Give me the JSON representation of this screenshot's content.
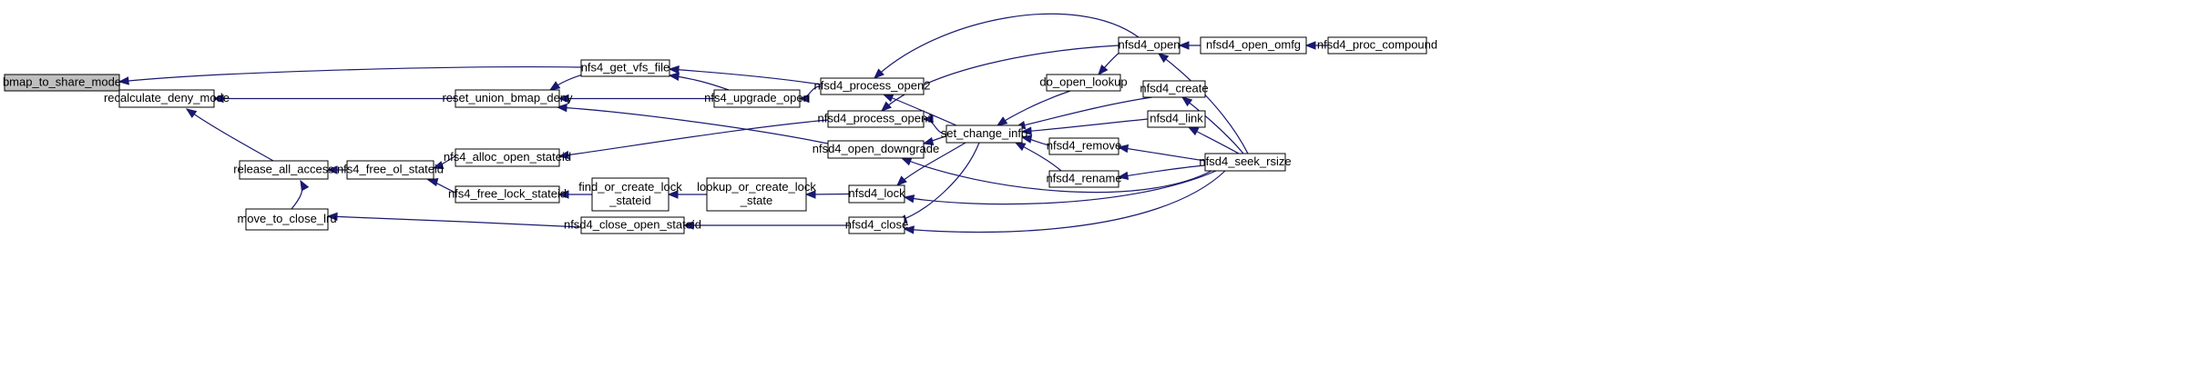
{
  "nodes": [
    {
      "id": "bmap_to_share_mode",
      "lines": [
        "bmap_to_share_mode"
      ],
      "root": true
    },
    {
      "id": "recalculate_deny_mode",
      "lines": [
        "recalculate_deny_mode"
      ]
    },
    {
      "id": "release_all_access",
      "lines": [
        "release_all_access"
      ]
    },
    {
      "id": "move_to_close_lru",
      "lines": [
        "move_to_close_lru"
      ]
    },
    {
      "id": "nfs4_free_ol_stateid",
      "lines": [
        "nfs4_free_ol_stateid"
      ]
    },
    {
      "id": "reset_union_bmap_deny",
      "lines": [
        "reset_union_bmap_deny"
      ]
    },
    {
      "id": "nfs4_alloc_open_stateid",
      "lines": [
        "nfs4_alloc_open_stateid"
      ]
    },
    {
      "id": "nfs4_free_lock_stateid",
      "lines": [
        "nfs4_free_lock_stateid"
      ]
    },
    {
      "id": "nfs4_get_vfs_file",
      "lines": [
        "nfs4_get_vfs_file"
      ]
    },
    {
      "id": "nfs4_upgrade_open",
      "lines": [
        "nfs4_upgrade_open"
      ]
    },
    {
      "id": "find_or_create_lock_stateid",
      "lines": [
        "find_or_create_lock",
        "_stateid"
      ]
    },
    {
      "id": "nfsd4_close_open_stateid",
      "lines": [
        "nfsd4_close_open_stateid"
      ]
    },
    {
      "id": "nfsd4_process_open2",
      "lines": [
        "nfsd4_process_open2"
      ]
    },
    {
      "id": "nfsd4_process_open1",
      "lines": [
        "nfsd4_process_open1"
      ]
    },
    {
      "id": "nfsd4_open_downgrade",
      "lines": [
        "nfsd4_open_downgrade"
      ]
    },
    {
      "id": "lookup_or_create_lock_state",
      "lines": [
        "lookup_or_create_lock",
        "_state"
      ]
    },
    {
      "id": "nfsd4_lock",
      "lines": [
        "nfsd4_lock"
      ]
    },
    {
      "id": "nfsd4_close",
      "lines": [
        "nfsd4_close"
      ]
    },
    {
      "id": "set_change_info",
      "lines": [
        "set_change_info"
      ]
    },
    {
      "id": "do_open_lookup",
      "lines": [
        "do_open_lookup"
      ]
    },
    {
      "id": "nfsd4_open",
      "lines": [
        "nfsd4_open"
      ]
    },
    {
      "id": "nfsd4_create",
      "lines": [
        "nfsd4_create"
      ]
    },
    {
      "id": "nfsd4_link",
      "lines": [
        "nfsd4_link"
      ]
    },
    {
      "id": "nfsd4_remove",
      "lines": [
        "nfsd4_remove"
      ]
    },
    {
      "id": "nfsd4_rename",
      "lines": [
        "nfsd4_rename"
      ]
    },
    {
      "id": "nfsd4_open_omfg",
      "lines": [
        "nfsd4_open_omfg"
      ]
    },
    {
      "id": "nfsd4_proc_compound",
      "lines": [
        "nfsd4_proc_compound"
      ]
    },
    {
      "id": "nfsd4_seek_rsize",
      "lines": [
        "nfsd4_seek_rsize"
      ]
    }
  ],
  "edges": [
    {
      "from": "recalculate_deny_mode",
      "to": "bmap_to_share_mode"
    },
    {
      "from": "nfs4_get_vfs_file",
      "to": "bmap_to_share_mode"
    },
    {
      "from": "release_all_access",
      "to": "recalculate_deny_mode"
    },
    {
      "from": "reset_union_bmap_deny",
      "to": "recalculate_deny_mode"
    },
    {
      "from": "nfs4_free_ol_stateid",
      "to": "release_all_access"
    },
    {
      "from": "move_to_close_lru",
      "to": "release_all_access"
    },
    {
      "from": "nfsd4_close_open_stateid",
      "to": "move_to_close_lru"
    },
    {
      "from": "nfs4_alloc_open_stateid",
      "to": "nfs4_free_ol_stateid"
    },
    {
      "from": "nfs4_free_lock_stateid",
      "to": "nfs4_free_ol_stateid"
    },
    {
      "from": "nfs4_upgrade_open",
      "to": "reset_union_bmap_deny"
    },
    {
      "from": "nfs4_get_vfs_file",
      "to": "reset_union_bmap_deny"
    },
    {
      "from": "nfsd4_open_downgrade",
      "to": "reset_union_bmap_deny"
    },
    {
      "from": "nfsd4_process_open1",
      "to": "nfs4_alloc_open_stateid"
    },
    {
      "from": "find_or_create_lock_stateid",
      "to": "nfs4_free_lock_stateid"
    },
    {
      "from": "nfs4_upgrade_open",
      "to": "nfs4_get_vfs_file"
    },
    {
      "from": "nfsd4_process_open2",
      "to": "nfs4_get_vfs_file"
    },
    {
      "from": "nfsd4_process_open2",
      "to": "nfs4_upgrade_open"
    },
    {
      "from": "lookup_or_create_lock_state",
      "to": "find_or_create_lock_stateid"
    },
    {
      "from": "nfsd4_close",
      "to": "nfsd4_close_open_stateid"
    },
    {
      "from": "nfsd4_lock",
      "to": "lookup_or_create_lock_state"
    },
    {
      "from": "nfsd4_open",
      "to": "nfsd4_process_open2"
    },
    {
      "from": "set_change_info",
      "to": "nfsd4_process_open2"
    },
    {
      "from": "nfsd4_open",
      "to": "nfsd4_process_open1"
    },
    {
      "from": "set_change_info",
      "to": "nfsd4_process_open1"
    },
    {
      "from": "set_change_info",
      "to": "nfsd4_open_downgrade"
    },
    {
      "from": "nfsd4_seek_rsize",
      "to": "nfsd4_open_downgrade"
    },
    {
      "from": "set_change_info",
      "to": "nfsd4_lock"
    },
    {
      "from": "nfsd4_seek_rsize",
      "to": "nfsd4_lock"
    },
    {
      "from": "set_change_info",
      "to": "nfsd4_close"
    },
    {
      "from": "nfsd4_seek_rsize",
      "to": "nfsd4_close"
    },
    {
      "from": "do_open_lookup",
      "to": "set_change_info"
    },
    {
      "from": "nfsd4_create",
      "to": "set_change_info"
    },
    {
      "from": "nfsd4_link",
      "to": "set_change_info"
    },
    {
      "from": "nfsd4_remove",
      "to": "set_change_info"
    },
    {
      "from": "nfsd4_rename",
      "to": "set_change_info"
    },
    {
      "from": "nfsd4_open",
      "to": "do_open_lookup"
    },
    {
      "from": "nfsd4_open_omfg",
      "to": "nfsd4_open"
    },
    {
      "from": "nfsd4_seek_rsize",
      "to": "nfsd4_open"
    },
    {
      "from": "nfsd4_proc_compound",
      "to": "nfsd4_open_omfg"
    },
    {
      "from": "nfsd4_seek_rsize",
      "to": "nfsd4_create"
    },
    {
      "from": "nfsd4_seek_rsize",
      "to": "nfsd4_link"
    },
    {
      "from": "nfsd4_seek_rsize",
      "to": "nfsd4_remove"
    },
    {
      "from": "nfsd4_seek_rsize",
      "to": "nfsd4_rename"
    }
  ]
}
